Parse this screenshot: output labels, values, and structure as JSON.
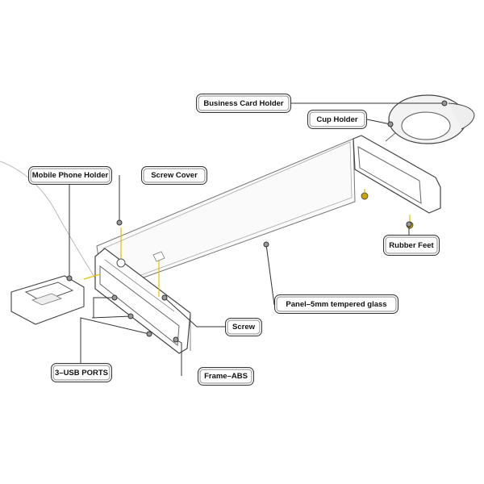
{
  "callouts": {
    "business_card_holder": "Business Card Holder",
    "cup_holder": "Cup Holder",
    "mobile_phone_holder": "Mobile Phone Holder",
    "screw_cover": "Screw Cover",
    "rubber_feet": "Rubber Feet",
    "panel": "Panel–5mm tempered glass",
    "screw": "Screw",
    "usb_ports": "3–USB PORTS",
    "frame": "Frame–ABS"
  },
  "colors": {
    "outline": "#555555",
    "leader_line": "#333333",
    "highlight": "#e6c200",
    "glass": "#fafafa"
  }
}
